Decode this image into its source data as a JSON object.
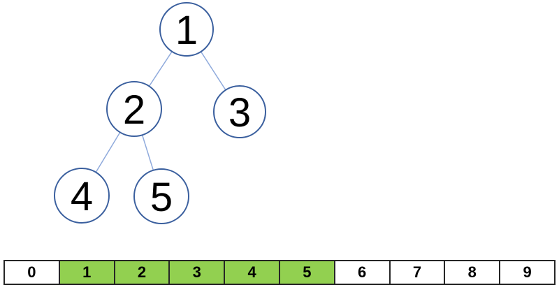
{
  "tree": {
    "description": "binary-tree",
    "nodes": [
      {
        "label": "1"
      },
      {
        "label": "2"
      },
      {
        "label": "3"
      },
      {
        "label": "4"
      },
      {
        "label": "5"
      }
    ],
    "edges": [
      {
        "from": "1",
        "to": "2"
      },
      {
        "from": "1",
        "to": "3"
      },
      {
        "from": "2",
        "to": "4"
      },
      {
        "from": "2",
        "to": "5"
      }
    ],
    "node_border_color": "#3A5F9E",
    "edge_color": "#8FAADC",
    "node_fill_color": "#FFFFFF",
    "label_color": "#000000"
  },
  "array": {
    "cells": [
      {
        "value": "0",
        "highlighted": false
      },
      {
        "value": "1",
        "highlighted": true
      },
      {
        "value": "2",
        "highlighted": true
      },
      {
        "value": "3",
        "highlighted": true
      },
      {
        "value": "4",
        "highlighted": true
      },
      {
        "value": "5",
        "highlighted": true
      },
      {
        "value": "6",
        "highlighted": false
      },
      {
        "value": "7",
        "highlighted": false
      },
      {
        "value": "8",
        "highlighted": false
      },
      {
        "value": "9",
        "highlighted": false
      }
    ],
    "highlight_color": "#92D050",
    "border_color": "#262626",
    "text_color": "#000000"
  }
}
